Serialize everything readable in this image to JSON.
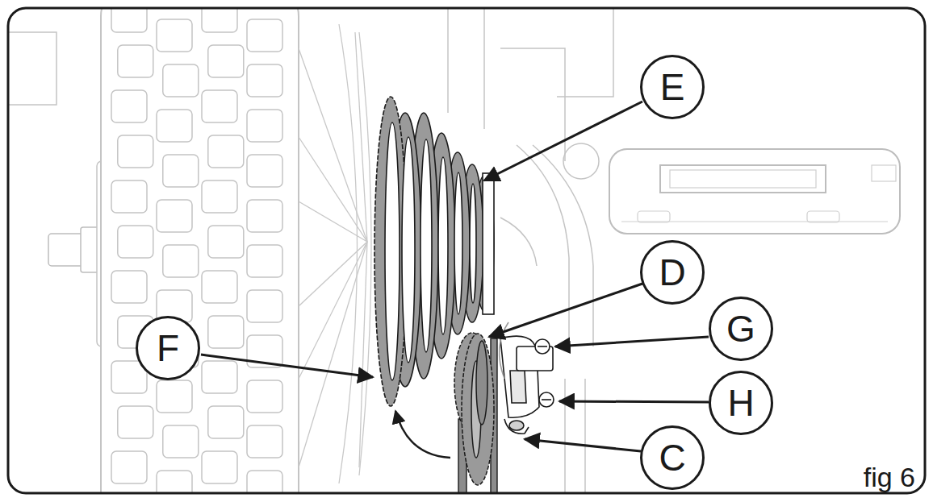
{
  "diagram": {
    "nodes": [
      {
        "text": [
          "E"
        ]
      },
      {
        "text": [
          "D"
        ]
      },
      {
        "text": [
          "G"
        ]
      },
      {
        "text": [
          "F"
        ]
      },
      {
        "text": [
          "H"
        ]
      },
      {
        "text": [
          "C"
        ]
      }
    ],
    "edges": [],
    "labels": [
      "fig 6"
    ]
  }
}
